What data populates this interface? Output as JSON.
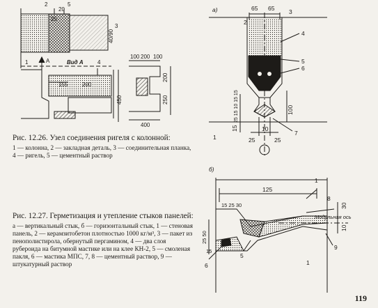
{
  "fig_a_labels": {
    "n1": "1",
    "view_a": "Вид А",
    "dim_155": "155",
    "dim_200": "200",
    "dim_450": "450",
    "dim_40_90": "40/90",
    "dim_25": "25",
    "dim_20": "20",
    "n2": "2",
    "n3": "3",
    "n4": "4",
    "n5": "5",
    "arrow_a": "A"
  },
  "fig_b_labels": {
    "d100a": "100",
    "d200": "200",
    "d100b": "100",
    "d200v": "200",
    "d250": "250",
    "d400": "400"
  },
  "caption_1226": {
    "title": "Рис. 12.26. Узел соединения ригеля с колонной:",
    "body": "1 — колонна, 2 — закладная деталь, 3 — соединительная планка, 4 — ригель, 5 — цементный раствор"
  },
  "caption_1227": {
    "title": "Рис. 12.27. Герметизация и утепление стыков панелей:",
    "body": "а — вертикальный стык, б — горизонтальный стык, 1 — стеновая панель, 2 — керамзитобетон плотностью 1000 кг/м³, 3 — пакет из пенополистирола, обернутый пергамином, 4 — два слоя рубероида на битумной мастике или на клее КН-2, 5 — смоленая пакля, 6 — мастика МПС, 7, 8 — цементный раствор, 9 — штукатурный раствор"
  },
  "joint_a": {
    "label": "а)",
    "dim_65a": "65",
    "dim_65b": "65",
    "n2": "2",
    "n3": "3",
    "n4": "4",
    "n5": "5",
    "n6": "6",
    "n7": "7",
    "n1": "1",
    "d25a": "25",
    "d25b": "25",
    "d10": "10",
    "d15": "15",
    "d100": "100",
    "stack": "25 15 10 15 15"
  },
  "joint_b": {
    "label": "б)",
    "n1a": "1",
    "n1b": "1",
    "n8": "8",
    "n9": "9",
    "n6": "6",
    "n5": "5",
    "d125": "125",
    "d15_25_30": "15 25 30",
    "d25_50": "25 50",
    "d15": "15",
    "d30": "30",
    "d10": "10",
    "axis_label": "Модульная ось"
  },
  "page_number": "119"
}
